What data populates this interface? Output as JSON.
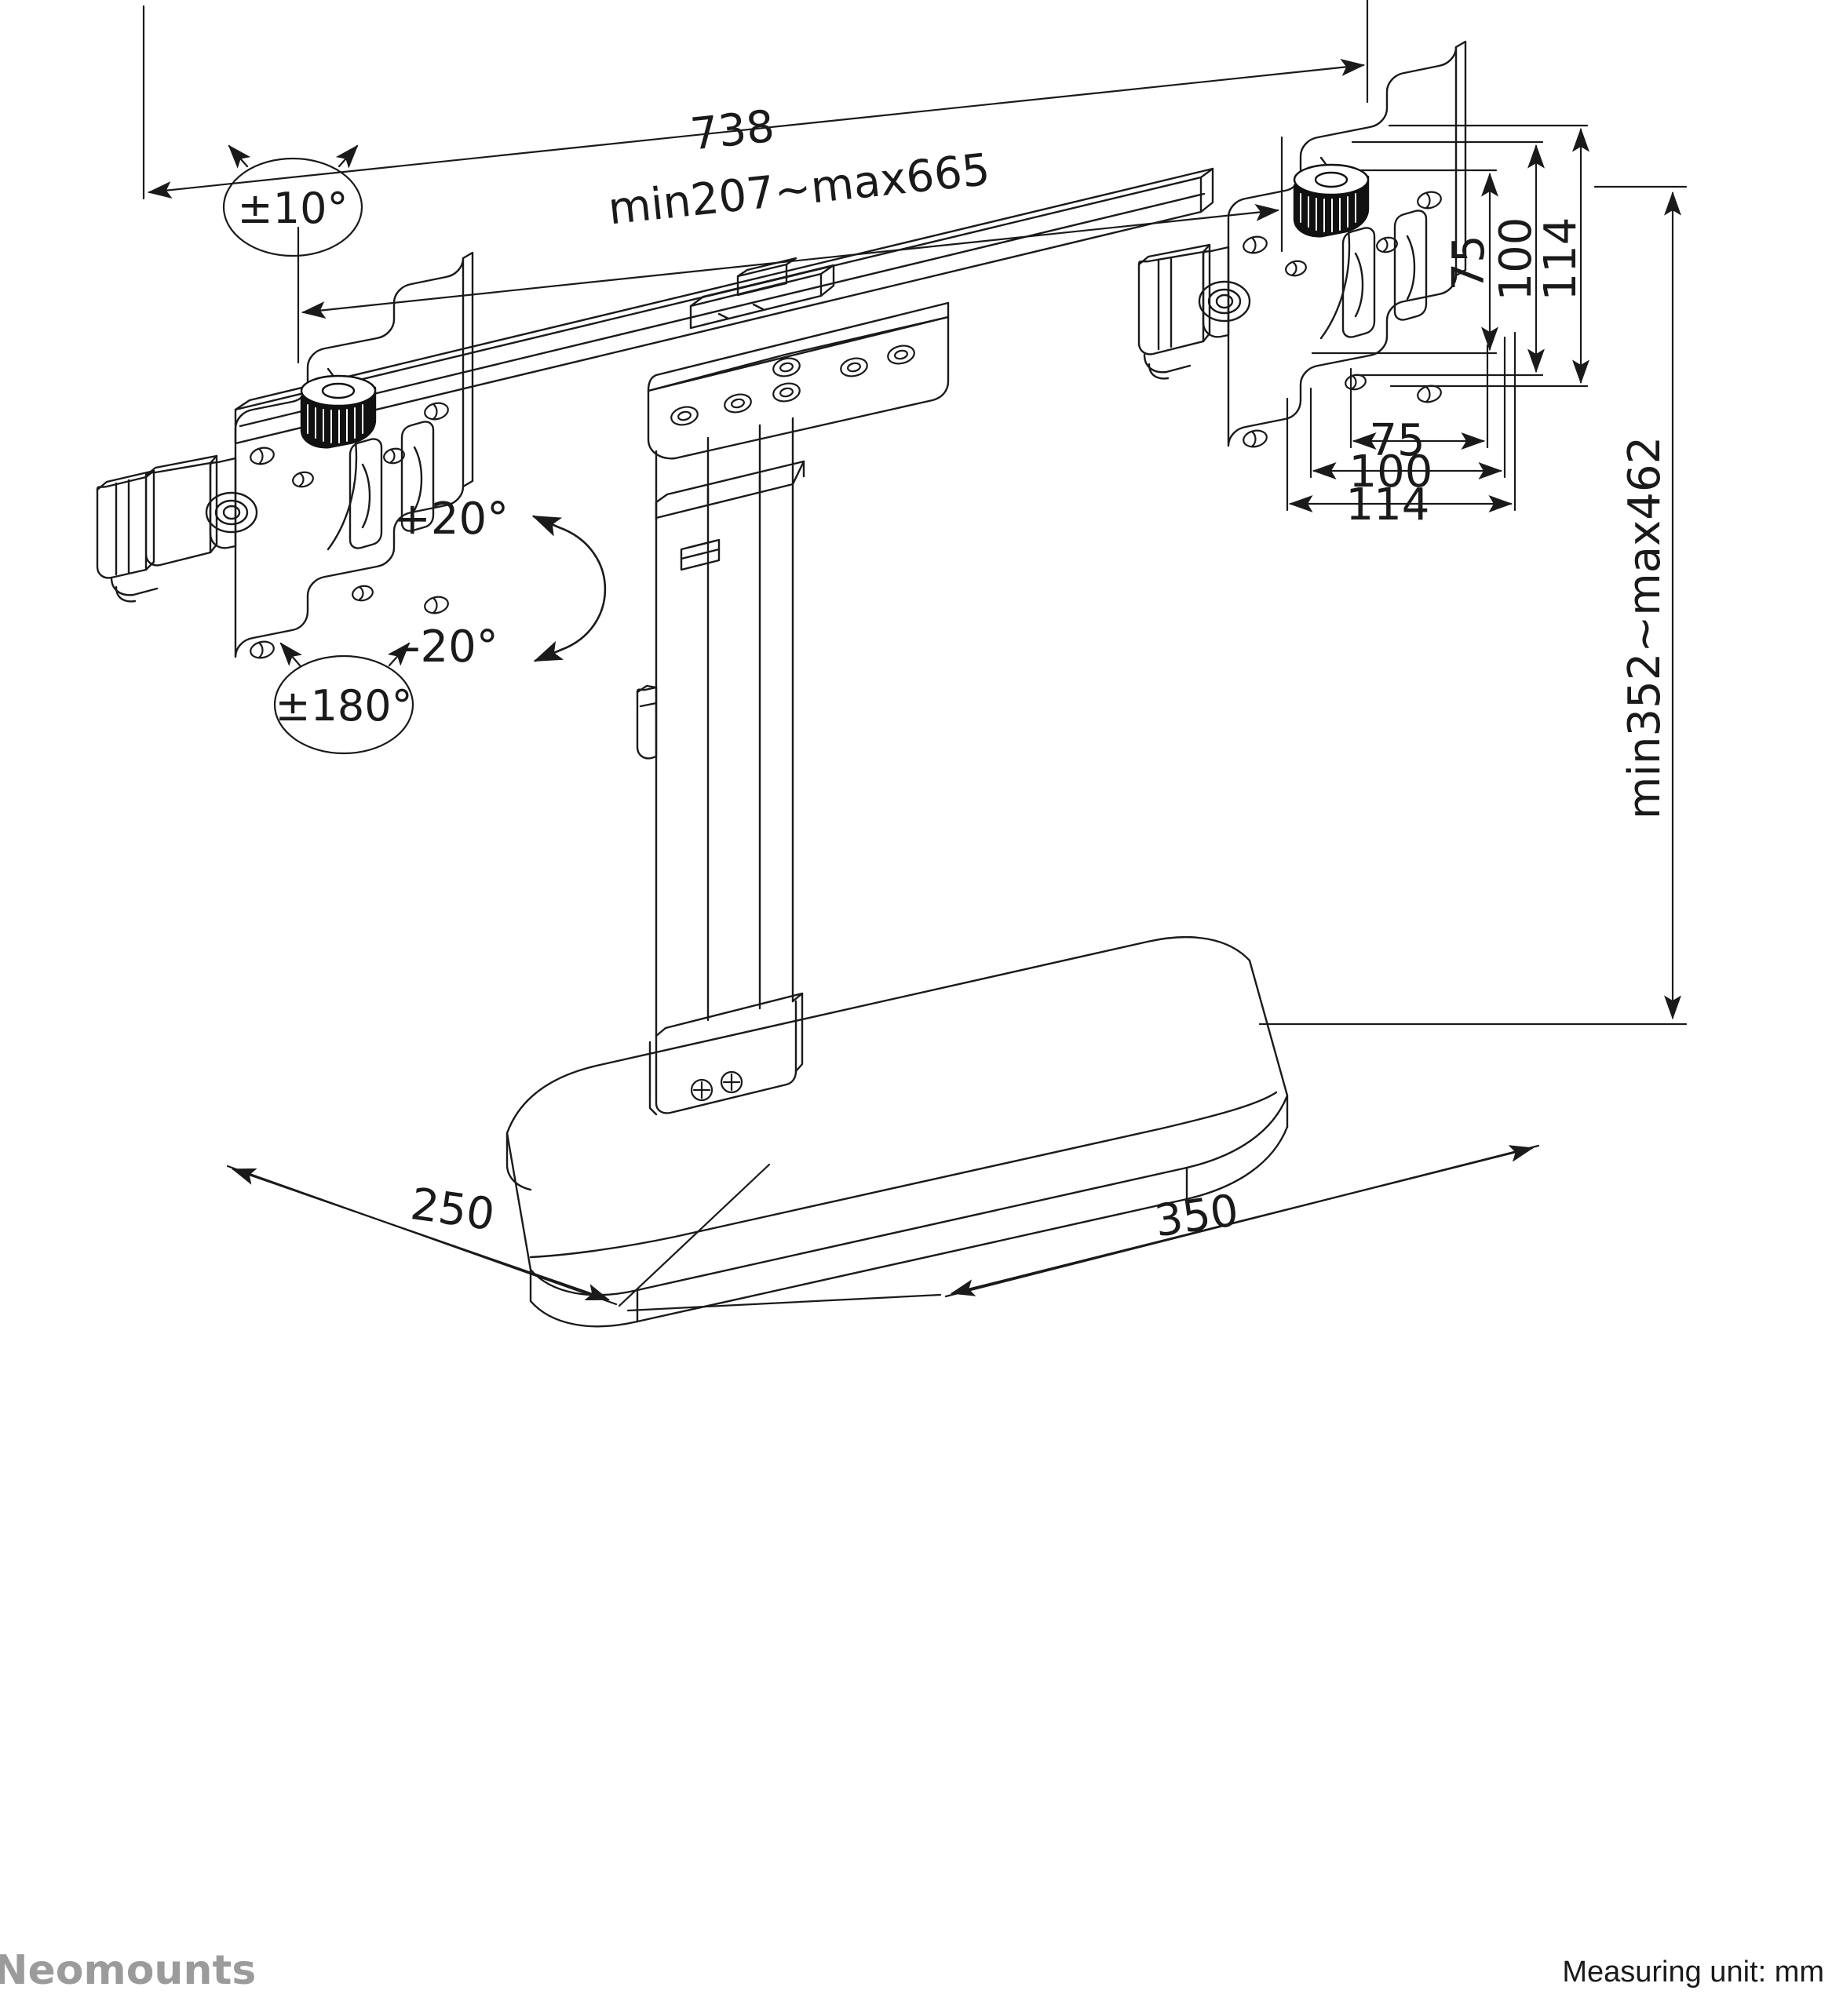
{
  "document": {
    "type": "technical-dimension-drawing",
    "subject": "dual monitor desk stand",
    "unit_note": "Measuring unit: mm",
    "brand": "Neomounts",
    "background_color": "#ffffff",
    "line_color": "#1a1a1a",
    "brand_color": "#9b9b9b"
  },
  "dimensions": {
    "overall_width": "738",
    "arm_span_range": "min207~max665",
    "height_range": "min352~max462",
    "base_depth": "250",
    "base_width": "350",
    "vesa_vertical": [
      "75",
      "100",
      "114"
    ],
    "vesa_horizontal": [
      "75",
      "100",
      "114"
    ]
  },
  "angles": {
    "swivel": "±10°",
    "tilt_up": "+20°",
    "tilt_down": "-20°",
    "rotation": "±180°"
  },
  "labels": {
    "overall_width": "738",
    "arm_span": "min207~max665",
    "height": "min352~max462",
    "base_depth": "250",
    "base_width": "350",
    "vesa_v_75": "75",
    "vesa_v_100": "100",
    "vesa_v_114": "114",
    "vesa_h_75": "75",
    "vesa_h_100": "100",
    "vesa_h_114": "114",
    "swivel": "±10°",
    "tilt_up": "+20°",
    "tilt_down": "-20°",
    "rotation": "±180°",
    "unit": "Measuring unit: mm",
    "brand": "Neomounts"
  }
}
